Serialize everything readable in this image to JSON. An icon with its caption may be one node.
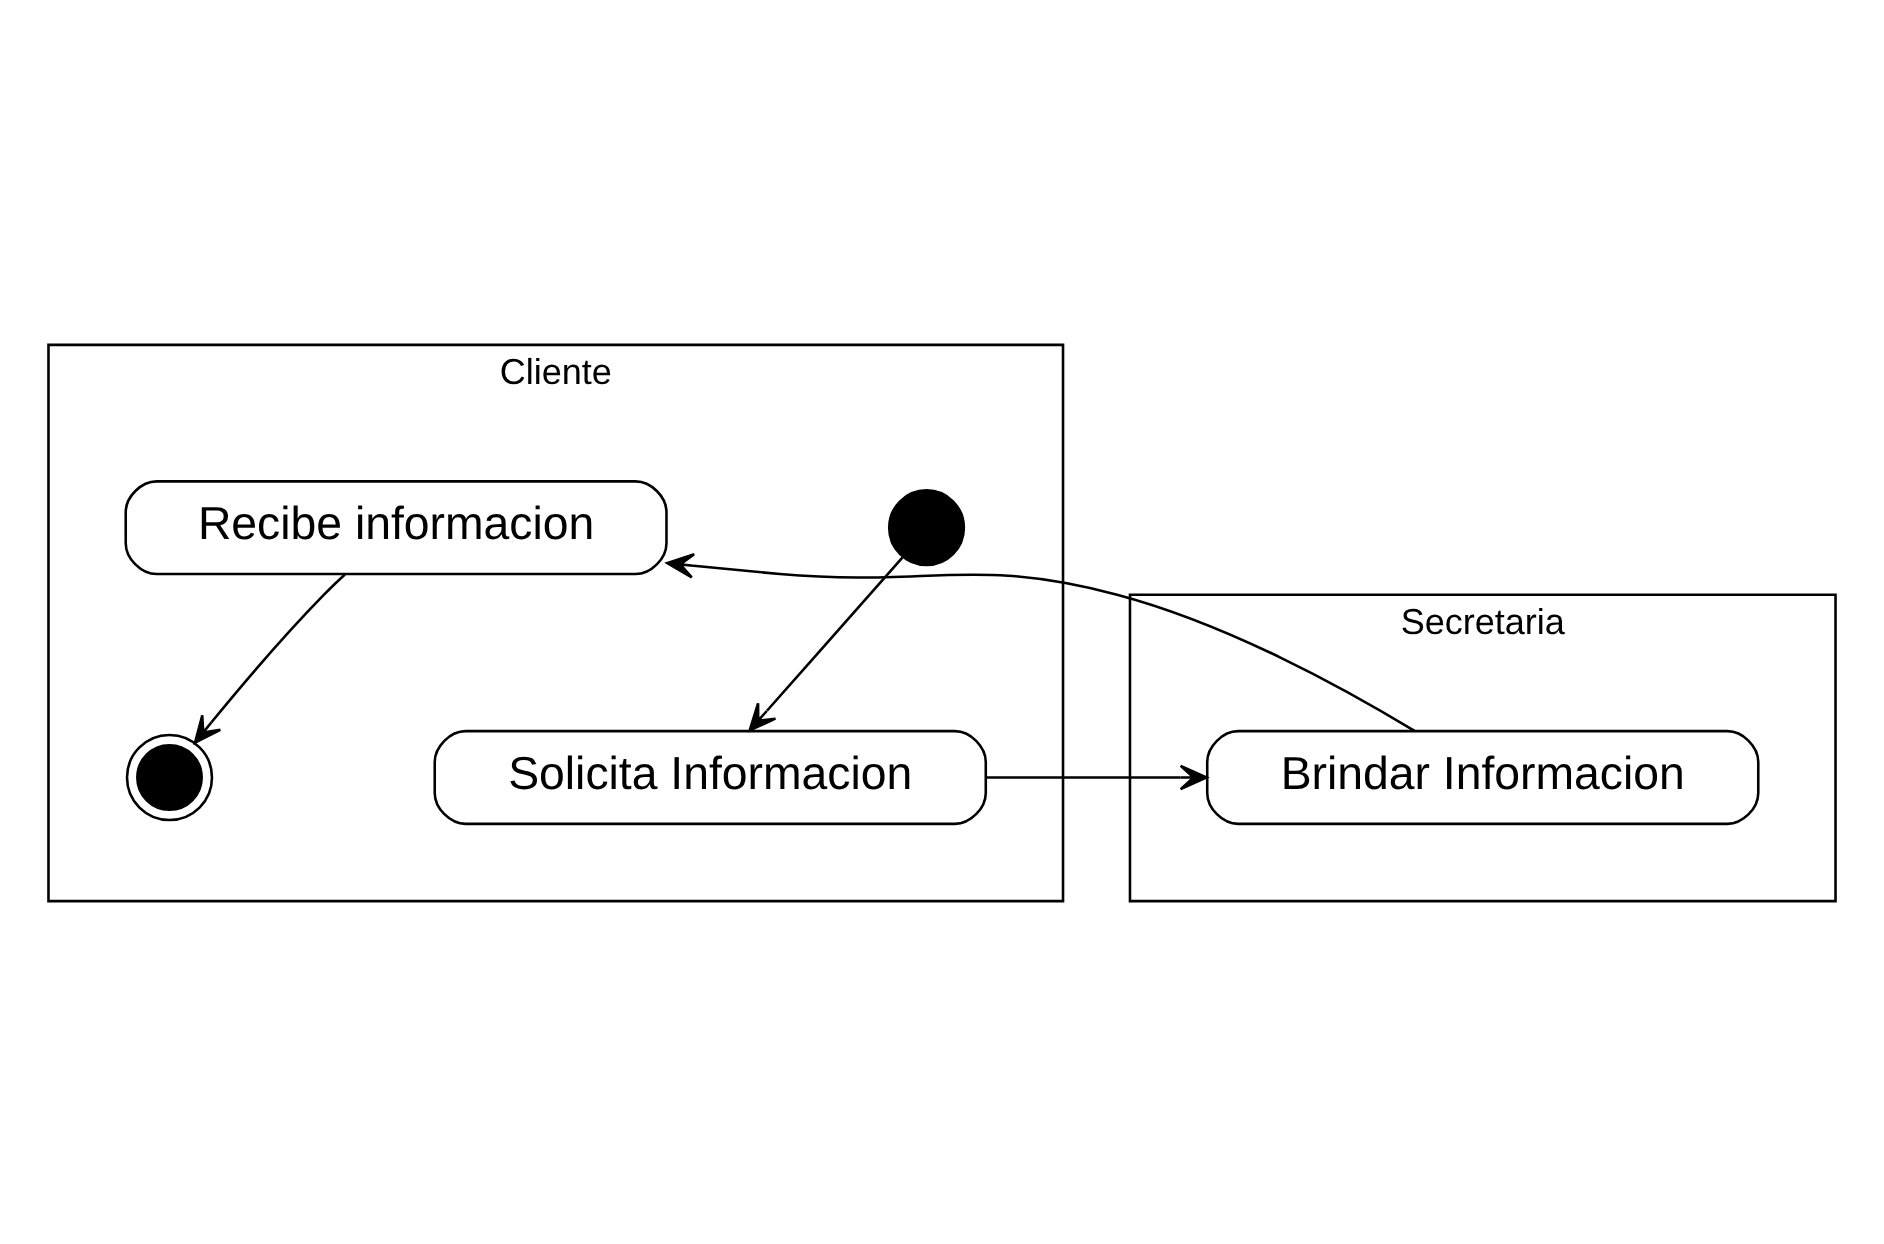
{
  "diagram": {
    "nodes": [
      {
        "text": [
          "Cliente"
        ]
      },
      {
        "text": [
          "Secretaria"
        ]
      },
      {
        "text": [],
        "shape": "circle",
        "in": 0
      },
      {
        "text": [
          "Solicita Informacion"
        ],
        "in": 0
      },
      {
        "text": [
          "Brindar Informacion"
        ],
        "in": 1
      },
      {
        "text": [
          "Recibe informacion"
        ],
        "in": 0
      },
      {
        "text": [],
        "shape": "circle",
        "in": 0
      }
    ],
    "edges": [
      {
        "from": 2,
        "to": 3,
        "arrow": "to"
      },
      {
        "from": 3,
        "to": 4,
        "arrow": "to"
      },
      {
        "from": 4,
        "to": 5,
        "arrow": "to"
      },
      {
        "from": 5,
        "to": 6,
        "arrow": "to"
      }
    ]
  }
}
